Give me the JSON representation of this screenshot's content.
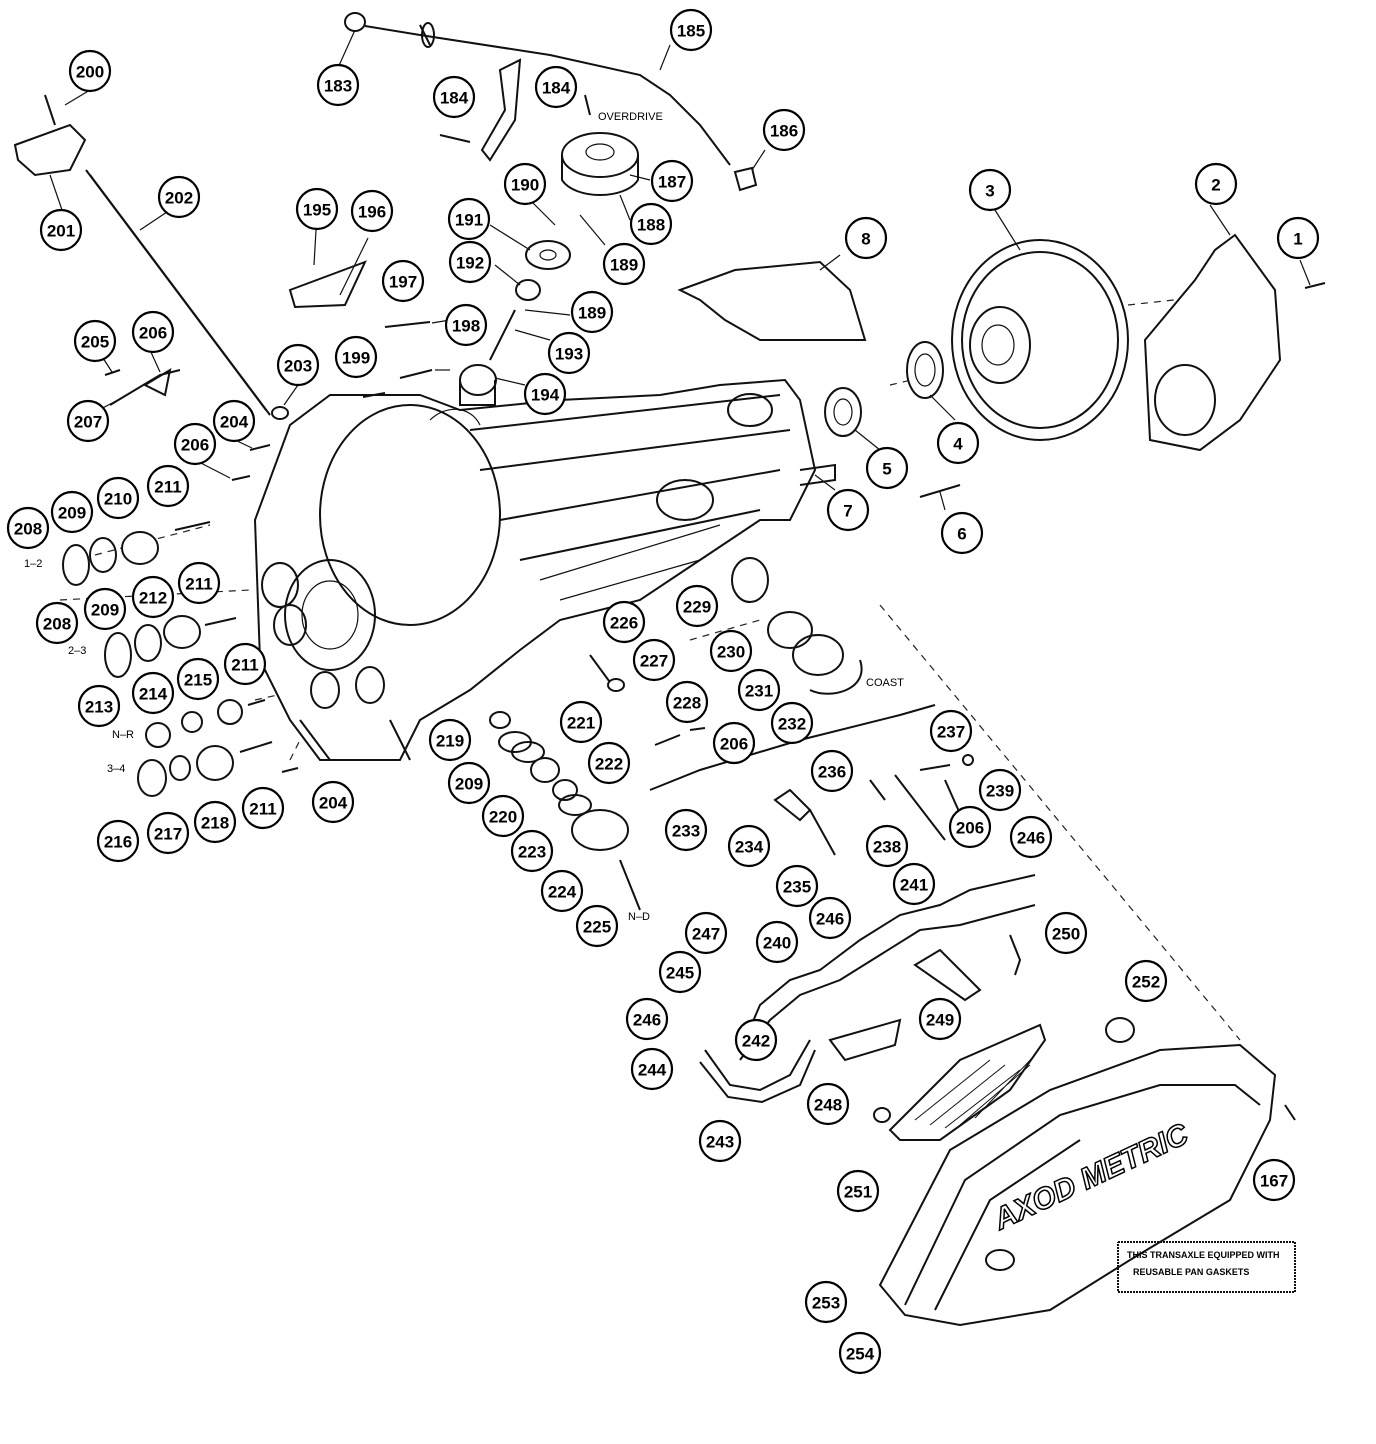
{
  "callouts": [
    {
      "id": "c1",
      "label": "1"
    },
    {
      "id": "c2",
      "label": "2"
    },
    {
      "id": "c3",
      "label": "3"
    },
    {
      "id": "c4",
      "label": "4"
    },
    {
      "id": "c5",
      "label": "5"
    },
    {
      "id": "c6",
      "label": "6"
    },
    {
      "id": "c7",
      "label": "7"
    },
    {
      "id": "c8",
      "label": "8"
    },
    {
      "id": "c167",
      "label": "167"
    },
    {
      "id": "c183",
      "label": "183"
    },
    {
      "id": "c184a",
      "label": "184"
    },
    {
      "id": "c184b",
      "label": "184"
    },
    {
      "id": "c185",
      "label": "185"
    },
    {
      "id": "c186",
      "label": "186"
    },
    {
      "id": "c187",
      "label": "187"
    },
    {
      "id": "c188",
      "label": "188"
    },
    {
      "id": "c189a",
      "label": "189"
    },
    {
      "id": "c189b",
      "label": "189"
    },
    {
      "id": "c190",
      "label": "190"
    },
    {
      "id": "c191",
      "label": "191"
    },
    {
      "id": "c192",
      "label": "192"
    },
    {
      "id": "c193",
      "label": "193"
    },
    {
      "id": "c194",
      "label": "194"
    },
    {
      "id": "c195",
      "label": "195"
    },
    {
      "id": "c196",
      "label": "196"
    },
    {
      "id": "c197",
      "label": "197"
    },
    {
      "id": "c198",
      "label": "198"
    },
    {
      "id": "c199",
      "label": "199"
    },
    {
      "id": "c200",
      "label": "200"
    },
    {
      "id": "c201",
      "label": "201"
    },
    {
      "id": "c202",
      "label": "202"
    },
    {
      "id": "c203",
      "label": "203"
    },
    {
      "id": "c204a",
      "label": "204"
    },
    {
      "id": "c204b",
      "label": "204"
    },
    {
      "id": "c205",
      "label": "205"
    },
    {
      "id": "c206a",
      "label": "206"
    },
    {
      "id": "c206b",
      "label": "206"
    },
    {
      "id": "c206c",
      "label": "206"
    },
    {
      "id": "c206d",
      "label": "206"
    },
    {
      "id": "c207",
      "label": "207"
    },
    {
      "id": "c208a",
      "label": "208"
    },
    {
      "id": "c208b",
      "label": "208"
    },
    {
      "id": "c209a",
      "label": "209"
    },
    {
      "id": "c209b",
      "label": "209"
    },
    {
      "id": "c209c",
      "label": "209"
    },
    {
      "id": "c210",
      "label": "210"
    },
    {
      "id": "c211a",
      "label": "211"
    },
    {
      "id": "c211b",
      "label": "211"
    },
    {
      "id": "c211c",
      "label": "211"
    },
    {
      "id": "c211d",
      "label": "211"
    },
    {
      "id": "c212",
      "label": "212"
    },
    {
      "id": "c213",
      "label": "213"
    },
    {
      "id": "c214",
      "label": "214"
    },
    {
      "id": "c215",
      "label": "215"
    },
    {
      "id": "c216",
      "label": "216"
    },
    {
      "id": "c217",
      "label": "217"
    },
    {
      "id": "c218",
      "label": "218"
    },
    {
      "id": "c219",
      "label": "219"
    },
    {
      "id": "c220",
      "label": "220"
    },
    {
      "id": "c221",
      "label": "221"
    },
    {
      "id": "c222",
      "label": "222"
    },
    {
      "id": "c223",
      "label": "223"
    },
    {
      "id": "c224",
      "label": "224"
    },
    {
      "id": "c225",
      "label": "225"
    },
    {
      "id": "c226",
      "label": "226"
    },
    {
      "id": "c227",
      "label": "227"
    },
    {
      "id": "c228",
      "label": "228"
    },
    {
      "id": "c229",
      "label": "229"
    },
    {
      "id": "c230",
      "label": "230"
    },
    {
      "id": "c231",
      "label": "231"
    },
    {
      "id": "c232",
      "label": "232"
    },
    {
      "id": "c233",
      "label": "233"
    },
    {
      "id": "c234",
      "label": "234"
    },
    {
      "id": "c235",
      "label": "235"
    },
    {
      "id": "c236",
      "label": "236"
    },
    {
      "id": "c237",
      "label": "237"
    },
    {
      "id": "c238",
      "label": "238"
    },
    {
      "id": "c239",
      "label": "239"
    },
    {
      "id": "c240",
      "label": "240"
    },
    {
      "id": "c241",
      "label": "241"
    },
    {
      "id": "c242",
      "label": "242"
    },
    {
      "id": "c243",
      "label": "243"
    },
    {
      "id": "c244",
      "label": "244"
    },
    {
      "id": "c245",
      "label": "245"
    },
    {
      "id": "c246a",
      "label": "246"
    },
    {
      "id": "c246b",
      "label": "246"
    },
    {
      "id": "c246c",
      "label": "246"
    },
    {
      "id": "c247",
      "label": "247"
    },
    {
      "id": "c248",
      "label": "248"
    },
    {
      "id": "c249",
      "label": "249"
    },
    {
      "id": "c250",
      "label": "250"
    },
    {
      "id": "c251",
      "label": "251"
    },
    {
      "id": "c252",
      "label": "252"
    },
    {
      "id": "c253",
      "label": "253"
    },
    {
      "id": "c254",
      "label": "254"
    }
  ],
  "annotations": {
    "overdrive": "OVERDRIVE",
    "coast": "COAST",
    "servo_1_2": "1–2",
    "servo_2_3": "2–3",
    "servo_n_r": "N–R",
    "servo_3_4": "3–4",
    "servo_n_d": "N–D"
  },
  "pan_brand": "AXOD METRIC",
  "notice": {
    "line1": "THIS TRANSAXLE EQUIPPED WITH",
    "line2": "REUSABLE PAN GASKETS"
  }
}
